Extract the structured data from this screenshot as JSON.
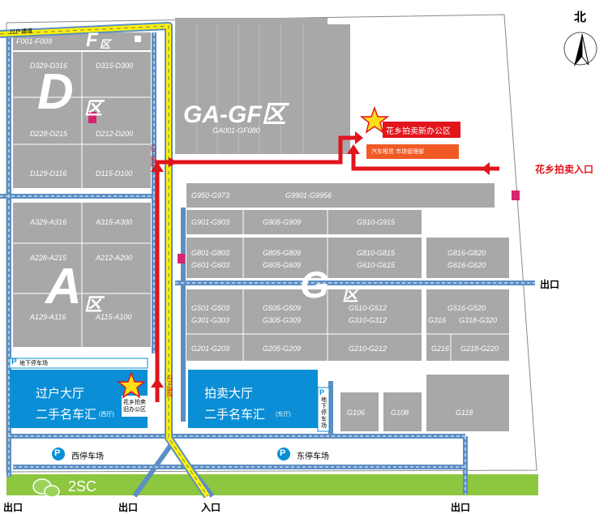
{
  "compass": {
    "label": "北"
  },
  "zones": {
    "F": {
      "range": "F001-F009",
      "letter": "F",
      "suffix": "区"
    },
    "D": {
      "letter": "D",
      "suffix": "区"
    },
    "A": {
      "letter": "A",
      "suffix": "区"
    },
    "G": {
      "letter": "G",
      "suffix": "区"
    },
    "GAGF": {
      "title": "GA-GF区",
      "range": "GA001-GF080"
    }
  },
  "blocks": {
    "d329": "D329-D316",
    "d315": "D315-D300",
    "d228": "D228-D215",
    "d212": "D212-D200",
    "d129": "D129-D116",
    "d115": "D115-D100",
    "a329": "A329-A316",
    "a315": "A315-A300",
    "a228": "A228-A215",
    "a212": "A212-A200",
    "a129": "A129-A116",
    "a115": "A115-A100",
    "g950": "G950-G973",
    "g9901": "G9901-G9956",
    "g901": "G901-G903",
    "g905": "G905-G909",
    "g910": "G910-G915",
    "g801": "G801-G803",
    "g805": "G805-G809",
    "g810": "G810-G815",
    "g816": "G816-G820",
    "g601": "G601-G603",
    "g605": "G605-G609",
    "g610": "G610-G615",
    "g616": "G616-G620",
    "g501": "G501-G503",
    "g505": "G505-G509",
    "g510": "G510-G512",
    "g516": "G516-G520",
    "g301": "G301-G303",
    "g305": "G305-G309",
    "g310": "G310-G312",
    "g316": "G316",
    "g318": "G318-G320",
    "g201": "G201-G203",
    "g205": "G205-G209",
    "g210": "G210-G212",
    "g216": "G216",
    "g218": "G218-G220",
    "g106": "G106",
    "g108": "G108",
    "g118": "G118"
  },
  "roads": {
    "transfer_top": "过户通道",
    "transfer_mid": "过户通道",
    "transfer_low": "过户通道"
  },
  "offices": {
    "new_office": "花乡拍卖新办公区",
    "car_rental": "汽车租赁  市场管理部",
    "old_office": "花乡拍卖旧办公区"
  },
  "halls": {
    "west_line1": "过户大厅",
    "west_line2": "二手名车汇",
    "west_tag": "(西厅)",
    "east_line1": "拍卖大厅",
    "east_line2": "二手名车汇",
    "east_tag": "(东厅)"
  },
  "parking": {
    "underground_west": "地下停车场",
    "underground_east": "地下停车场",
    "west": "西停车场",
    "east": "东停车场",
    "p": "P"
  },
  "exits": {
    "entrance_right": "花乡拍卖入口",
    "exit_right": "出口",
    "exit_bl": "出口",
    "exit_bm": "出口",
    "entrance_bottom": "入口",
    "exit_br": "出口"
  },
  "brand": {
    "text": "2SC"
  },
  "colors": {
    "block": "#a8a8a9",
    "road": "#5b8fc4",
    "transfer_path": "#fff200",
    "route": "#e2141c",
    "hall": "#0a8fd6",
    "grass": "#8dc63f",
    "orange": "#f15a24"
  }
}
